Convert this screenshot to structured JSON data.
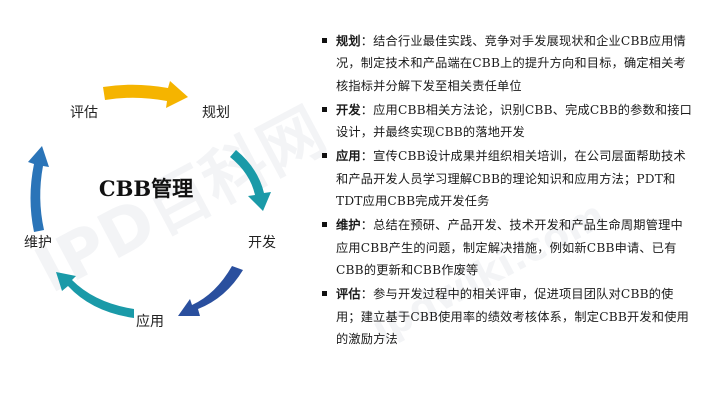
{
  "cycle": {
    "center_label": "CBB管理",
    "stages": [
      {
        "id": "plan",
        "label": "规划"
      },
      {
        "id": "develop",
        "label": "开发"
      },
      {
        "id": "apply",
        "label": "应用"
      },
      {
        "id": "maintain",
        "label": "维护"
      },
      {
        "id": "evaluate",
        "label": "评估"
      }
    ],
    "arrow_colors": {
      "evaluate_to_plan": "#f5b400",
      "plan_to_develop": "#1a9aa8",
      "develop_to_apply": "#2a4f9e",
      "apply_to_maintain": "#1a9aa8",
      "maintain_to_evaluate": "#2a74b8"
    }
  },
  "descriptions": [
    {
      "term": "规划",
      "separator": "：",
      "text": "结合行业最佳实践、竞争对手发展现状和企业CBB应用情况，制定技术和产品端在CBB上的提升方向和目标，确定相关考核指标并分解下发至相关责任单位"
    },
    {
      "term": "开发",
      "separator": "：",
      "text": "应用CBB相关方法论，识别CBB、完成CBB的参数和接口设计，并最终实现CBB的落地开发"
    },
    {
      "term": "应用",
      "separator": "：",
      "text": "宣传CBB设计成果并组织相关培训，在公司层面帮助技术和产品开发人员学习理解CBB的理论知识和应用方法；PDT和TDT应用CBB完成开发任务"
    },
    {
      "term": "维护",
      "separator": "：",
      "text": "总结在预研、产品开发、技术开发和产品生命周期管理中应用CBB产生的问题，制定解决措施，例如新CBB申请、已有CBB的更新和CBB作废等"
    },
    {
      "term": "评估",
      "separator": "：",
      "text": "参与开发过程中的相关评审，促进项目团队对CBB的使用；建立基于CBB使用率的绩效考核体系，制定CBB开发和使用的激励方法"
    }
  ],
  "watermark": {
    "brand": "IPD百科网",
    "site": "ipdwiki.com"
  }
}
